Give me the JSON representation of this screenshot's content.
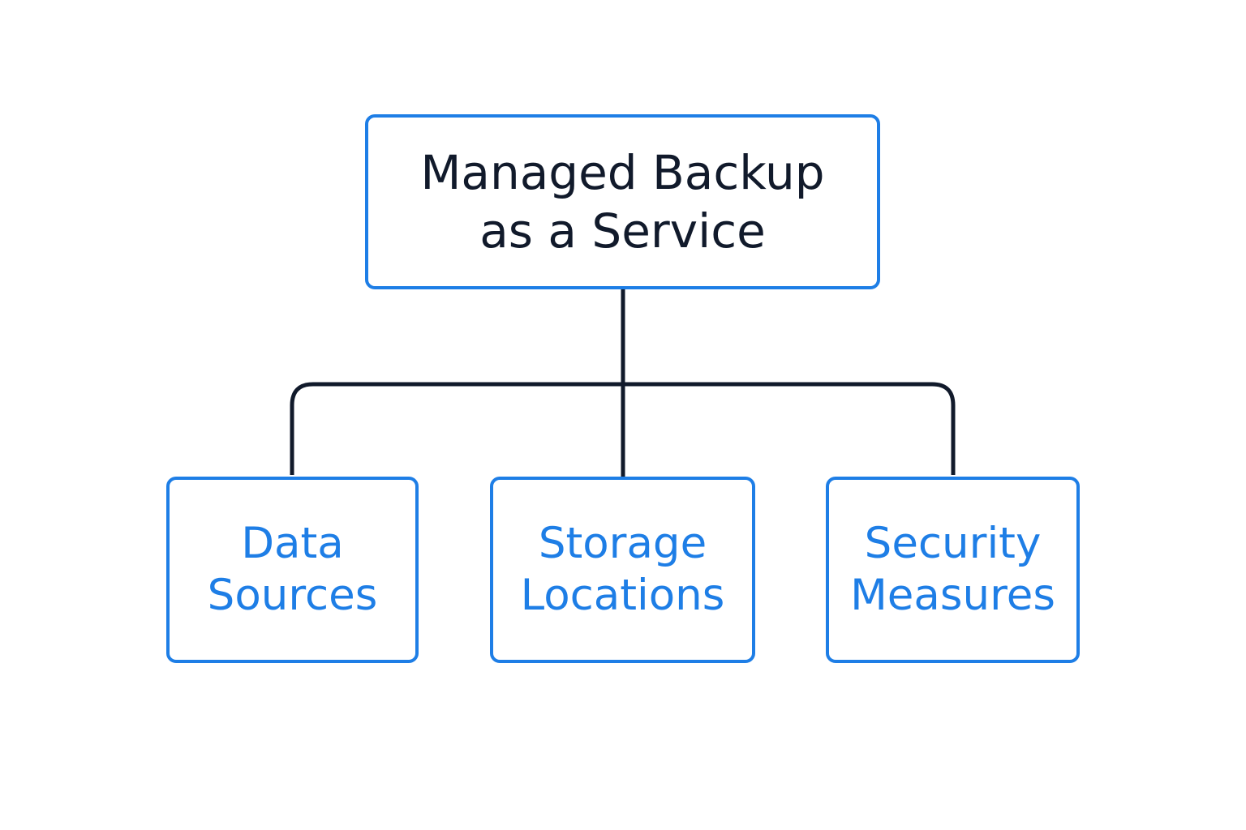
{
  "diagram": {
    "root": {
      "lines": [
        "Managed Backup",
        "as a Service"
      ]
    },
    "children": [
      {
        "lines": [
          "Data",
          "Sources"
        ]
      },
      {
        "lines": [
          "Storage",
          "Locations"
        ]
      },
      {
        "lines": [
          "Security",
          "Measures"
        ]
      }
    ]
  },
  "colors": {
    "node_border": "#1e7ee6",
    "child_text": "#1e7ee6",
    "root_text": "#111a2b",
    "connector": "#111a2b"
  }
}
